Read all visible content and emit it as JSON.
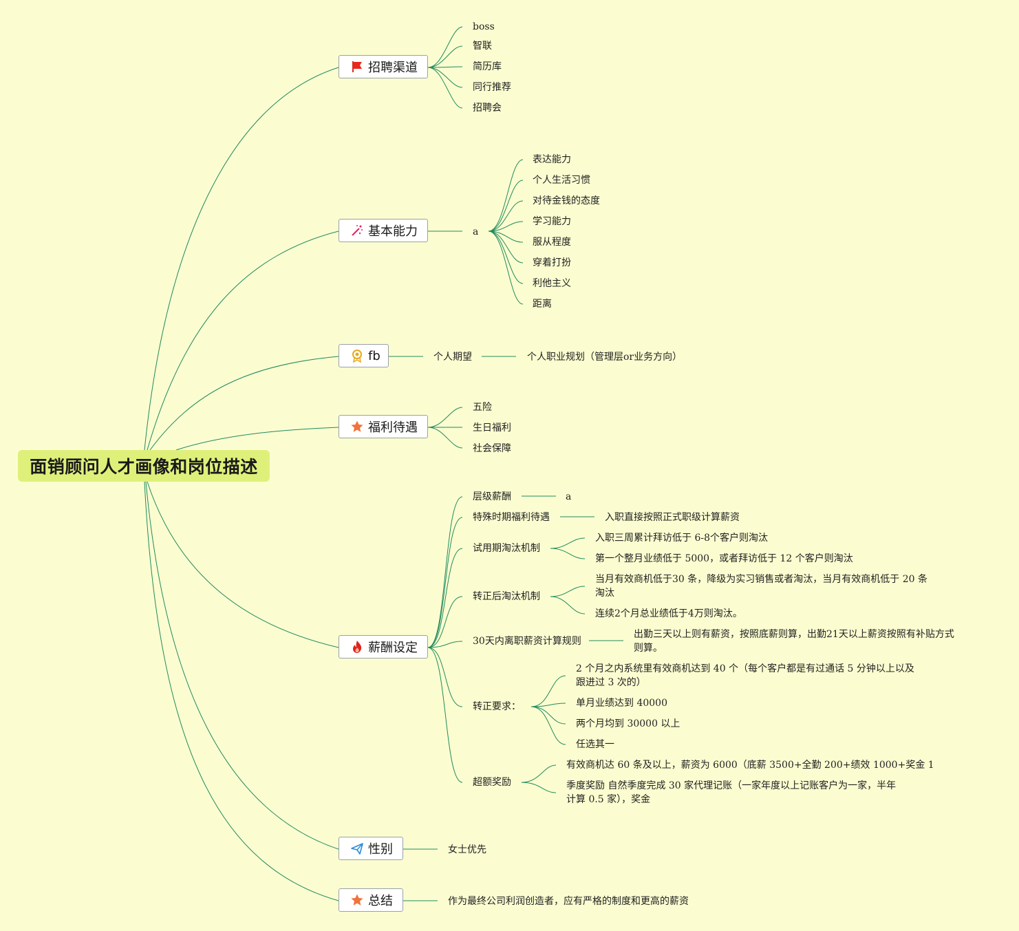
{
  "root": {
    "title": "面销顾问人才画像和岗位描述"
  },
  "colors": {
    "background": "#fbfdd0",
    "root_fill": "#dff07a",
    "link": "#1f8a5e"
  },
  "topics": {
    "channels": {
      "label": "招聘渠道",
      "icon": "flag-icon",
      "items": [
        "boss",
        "智联",
        "简历库",
        "同行推荐",
        "招聘会"
      ]
    },
    "ability": {
      "label": "基本能力",
      "icon": "magic-wand-icon",
      "sub": "a",
      "items": [
        "表达能力",
        "个人生活习惯",
        "对待金钱的态度",
        "学习能力",
        "服从程度",
        "穿着打扮",
        "利他主义",
        "距离"
      ]
    },
    "fb": {
      "label": "fb",
      "icon": "award-badge-icon",
      "sub": "个人期望",
      "sub2": "个人职业规划（管理层or业务方向）"
    },
    "welfare": {
      "label": "福利待遇",
      "icon": "star-icon",
      "items": [
        "五险",
        "生日福利",
        "社会保障"
      ]
    },
    "salary": {
      "label": "薪酬设定",
      "icon": "fire-icon",
      "level": {
        "label": "层级薪酬",
        "child": "a"
      },
      "special": {
        "label": "特殊时期福利待遇",
        "child": "入职直接按照正式职级计算薪资"
      },
      "probation": {
        "label": "试用期淘汰机制",
        "children": [
          "入职三周累计拜访低于 6-8个客户则淘汰",
          "第一个整月业绩低于 5000，或者拜访低于 12 个客户则淘汰"
        ]
      },
      "regular": {
        "label": "转正后淘汰机制",
        "children": [
          "当月有效商机低于30 条，降级为实习销售或者淘汰，当月有效商机低于 20 条淘汰",
          "连续2个月总业绩低于4万则淘汰。"
        ]
      },
      "leave": {
        "label": "30天内离职薪资计算规则",
        "child": "出勤三天以上则有薪资，按照底薪则算，出勤21天以上薪资按照有补贴方式则算。"
      },
      "confirm": {
        "label": "转正要求：",
        "children": [
          "2 个月之内系统里有效商机达到 40 个（每个客户都是有过通话 5 分钟以上以及跟进过 3 次的）",
          "单月业绩达到 40000",
          "两个月均到 30000 以上",
          "任选其一"
        ]
      },
      "bonus": {
        "label": "超额奖励",
        "children": [
          "有效商机达 60 条及以上，薪资为 6000（底薪 3500+全勤 200+绩效 1000+奖金 1",
          "季度奖励 自然季度完成 30 家代理记账（一家年度以上记账客户为一家，半年计算 0.5 家），奖金"
        ]
      }
    },
    "gender": {
      "label": "性别",
      "icon": "paper-plane-icon",
      "child": "女士优先"
    },
    "summary": {
      "label": "总结",
      "icon": "star-icon",
      "child": "作为最终公司利润创造者，应有严格的制度和更高的薪资"
    }
  }
}
